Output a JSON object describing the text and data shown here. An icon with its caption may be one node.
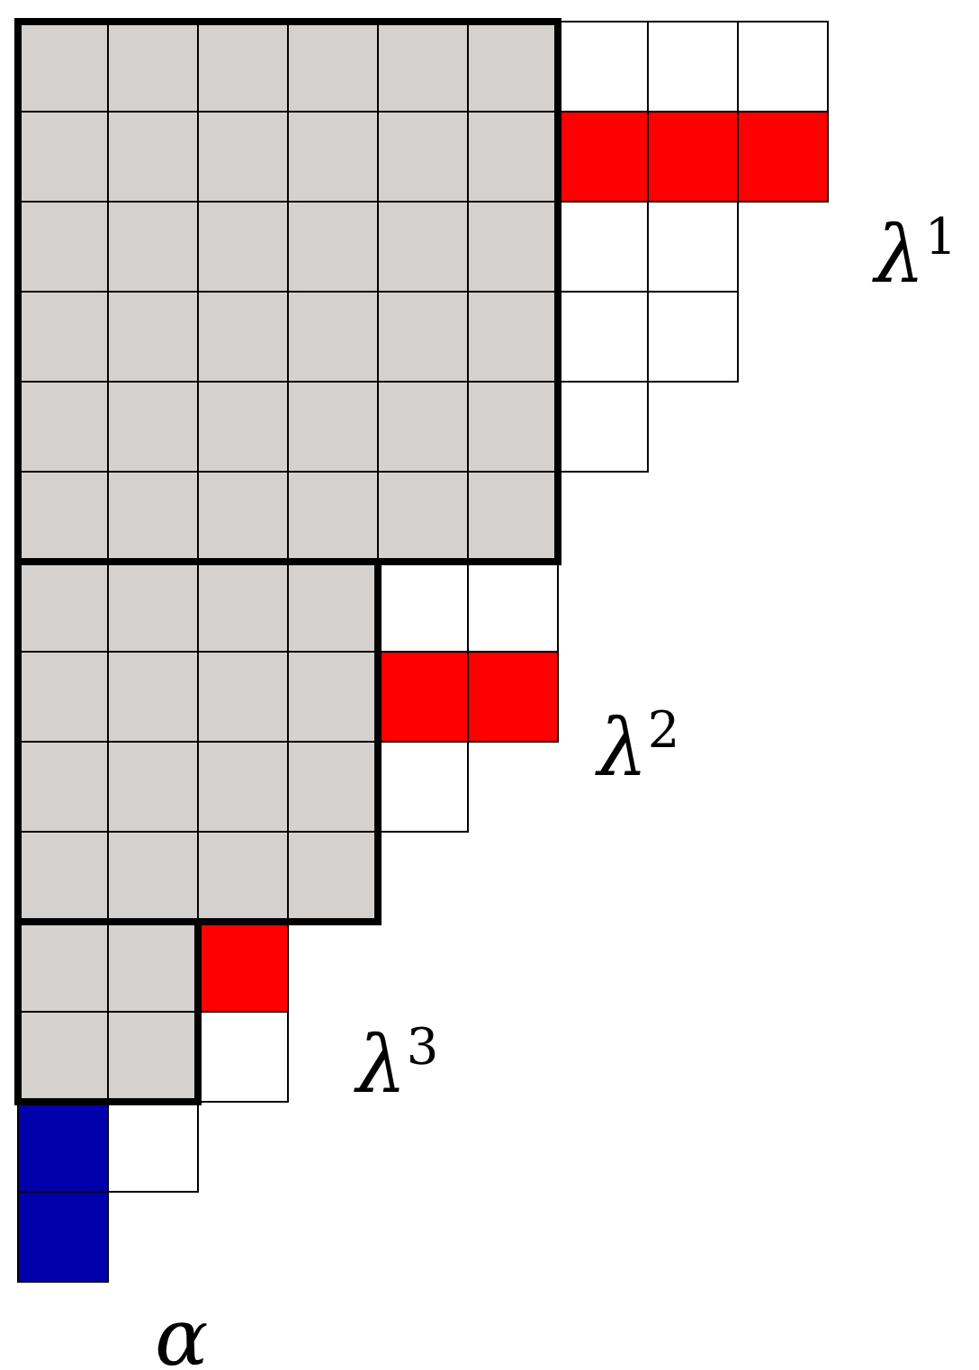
{
  "diagram": {
    "labels": [
      "λ$^{1}$",
      "λ$^{2}$",
      "λ$^{3}$",
      "α"
    ]
  }
}
